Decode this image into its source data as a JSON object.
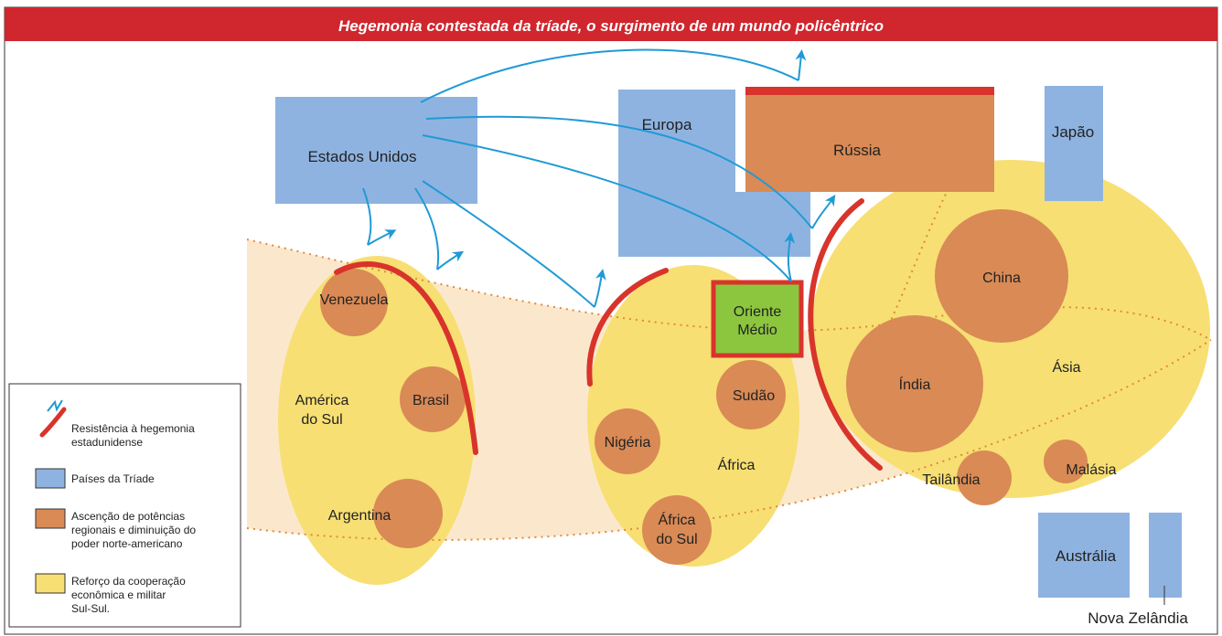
{
  "title": "Hegemonia contestada da tríade, o surgimento de um mundo policêntrico",
  "colors": {
    "title_bar": "#d0262e",
    "triad_blue": "#8fb3e0",
    "regional_orange": "#d98a55",
    "cooperation_yellow": "#f7df73",
    "cooperation_band": "#fbe8cc",
    "middle_east_green": "#8cc63f",
    "resistance_red": "#d8342b",
    "arrow_blue": "#1f9ad6"
  },
  "triad": {
    "usa": "Estados Unidos",
    "europe": "Europa",
    "japan": "Japão",
    "australia": "Austrália",
    "new_zealand": "Nova Zelândia"
  },
  "russia": "Rússia",
  "middle_east": "Oriente\nMédio",
  "regions": {
    "south_america": "América\ndo Sul",
    "africa": "África",
    "asia": "Ásia"
  },
  "powers": {
    "venezuela": "Venezuela",
    "brasil": "Brasil",
    "argentina": "Argentina",
    "nigeria": "Nigéria",
    "sudao": "Sudão",
    "africa_do_sul": "África\ndo Sul",
    "china": "China",
    "india": "Índia",
    "tailandia": "Tailândia",
    "malasia": "Malásia"
  },
  "legend": {
    "resistance": "Resistência à hegemonia\nestadunidense",
    "triad": "Países da Tríade",
    "regional": "Ascenção de potências\nregionais e diminuição do\npoder norte-americano",
    "cooperation": "Reforço da cooperação\neconômica e militar\nSul-Sul."
  }
}
